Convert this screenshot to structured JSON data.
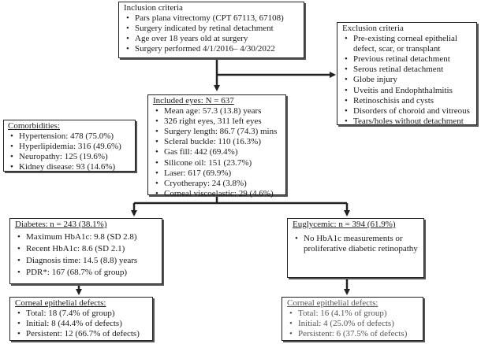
{
  "inclusion": {
    "title": "Inclusion criteria",
    "items": [
      "Pars plana vitrectomy (CPT 67113, 67108)",
      "Surgery indicated by retinal detachment",
      "Age over 18 years old at surgery",
      "Surgery performed 4/1/2016– 4/30/2022"
    ]
  },
  "exclusion": {
    "title": "Exclusion criteria",
    "items": [
      "Pre-existing corneal epithelial defect, scar, or transplant",
      "Previous retinal detachment",
      "Serous retinal detachment",
      "Globe injury",
      "Uveitis and Endophthalmitis",
      "Retinoschisis and cysts",
      "Disorders of choroid and vitreous",
      "Tears/holes without detachment"
    ]
  },
  "included": {
    "title": "Included eyes: N = 637",
    "items": [
      "Mean age: 57.3 (13.8) years",
      "326 right eyes, 311 left eyes",
      "Surgery length: 86.7 (74.3) mins",
      "Scleral buckle: 110 (16.3%)",
      "Gas fill: 442 (69.4%)",
      "Silicone oil: 151 (23.7%)",
      "Laser: 617 (69.9%)",
      "Cryotherapy: 24 (3.8%)",
      "Corneal viscoelastic: 29 (4.6%)"
    ]
  },
  "comorbidities": {
    "title": "Comorbidities:",
    "items": [
      "Hypertension: 478 (75.0%)",
      "Hyperlipidemia: 316 (49.6%)",
      "Neuropathy: 125 (19.6%)",
      "Kidney disease: 93 (14.6%)"
    ]
  },
  "diabetes": {
    "title": "Diabetes: n = 243 (38.1%)",
    "items": [
      "Maximum HbA1c: 9.8 (SD 2.8)",
      "Recent HbA1c: 8.6 (SD 2.1)",
      "Diagnosis time: 14.5 (8.8) years",
      "PDR*: 167 (68.7% of group)"
    ]
  },
  "euglycemic": {
    "title": "Euglycemic: n = 394 (61.9%)",
    "items": [
      "No HbA1c measurements or proliferative diabetic retinopathy"
    ]
  },
  "diabetes_defects": {
    "title": "Corneal epithelial defects:",
    "items": [
      "Total: 18 (7.4% of group)",
      "Initial: 8 (44.4% of defects)",
      "Persistent: 12 (66.7% of defects)"
    ]
  },
  "euglycemic_defects": {
    "title": "Corneal epithelial defects:",
    "items": [
      "Total: 16 (4.1% of group)",
      "Initial: 4 (25.0% of defects)",
      "Persistent: 6 (37.5% of defects)"
    ]
  }
}
